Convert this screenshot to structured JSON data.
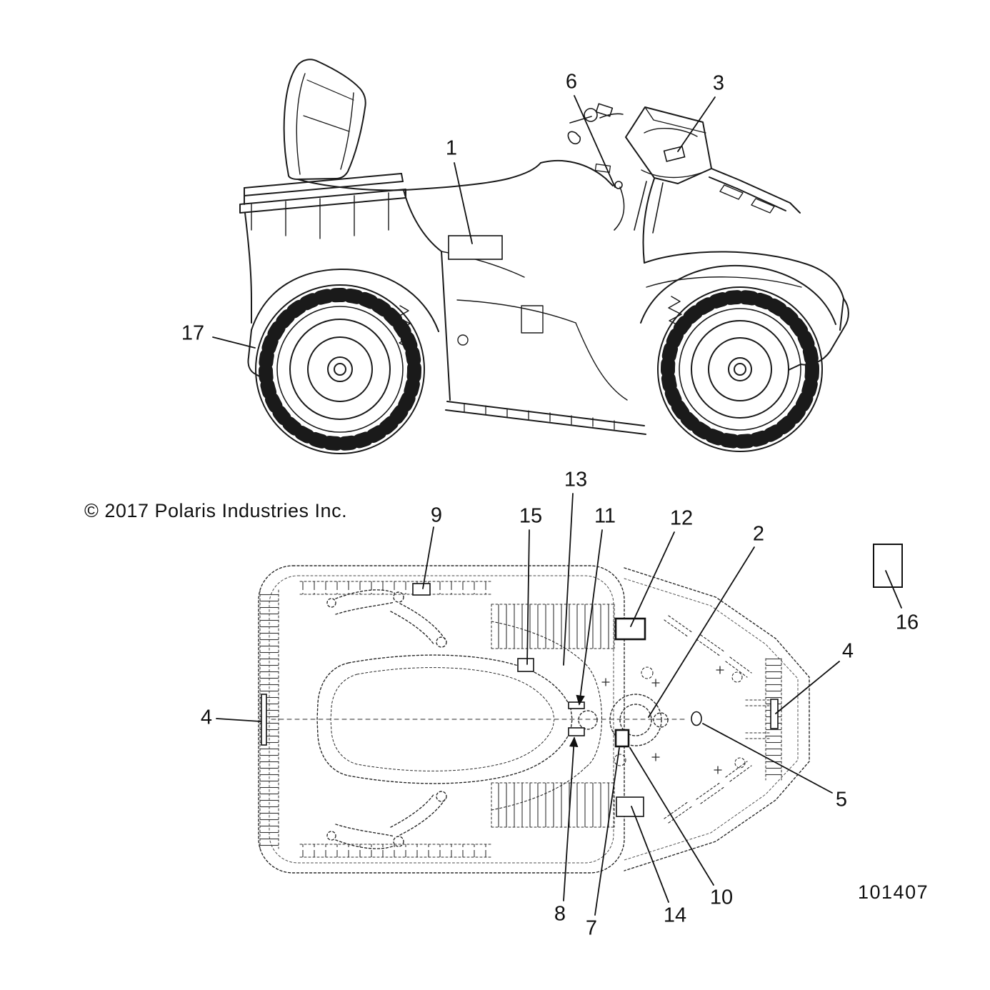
{
  "figure": {
    "copyright": "© 2017 Polaris Industries Inc.",
    "part_number": "101407"
  },
  "callouts": [
    {
      "label": "1"
    },
    {
      "label": "2"
    },
    {
      "label": "3"
    },
    {
      "label": "4"
    },
    {
      "label": "4"
    },
    {
      "label": "5"
    },
    {
      "label": "6"
    },
    {
      "label": "7"
    },
    {
      "label": "8"
    },
    {
      "label": "9"
    },
    {
      "label": "10"
    },
    {
      "label": "11"
    },
    {
      "label": "12"
    },
    {
      "label": "13"
    },
    {
      "label": "14"
    },
    {
      "label": "15"
    },
    {
      "label": "16"
    },
    {
      "label": "17"
    }
  ]
}
